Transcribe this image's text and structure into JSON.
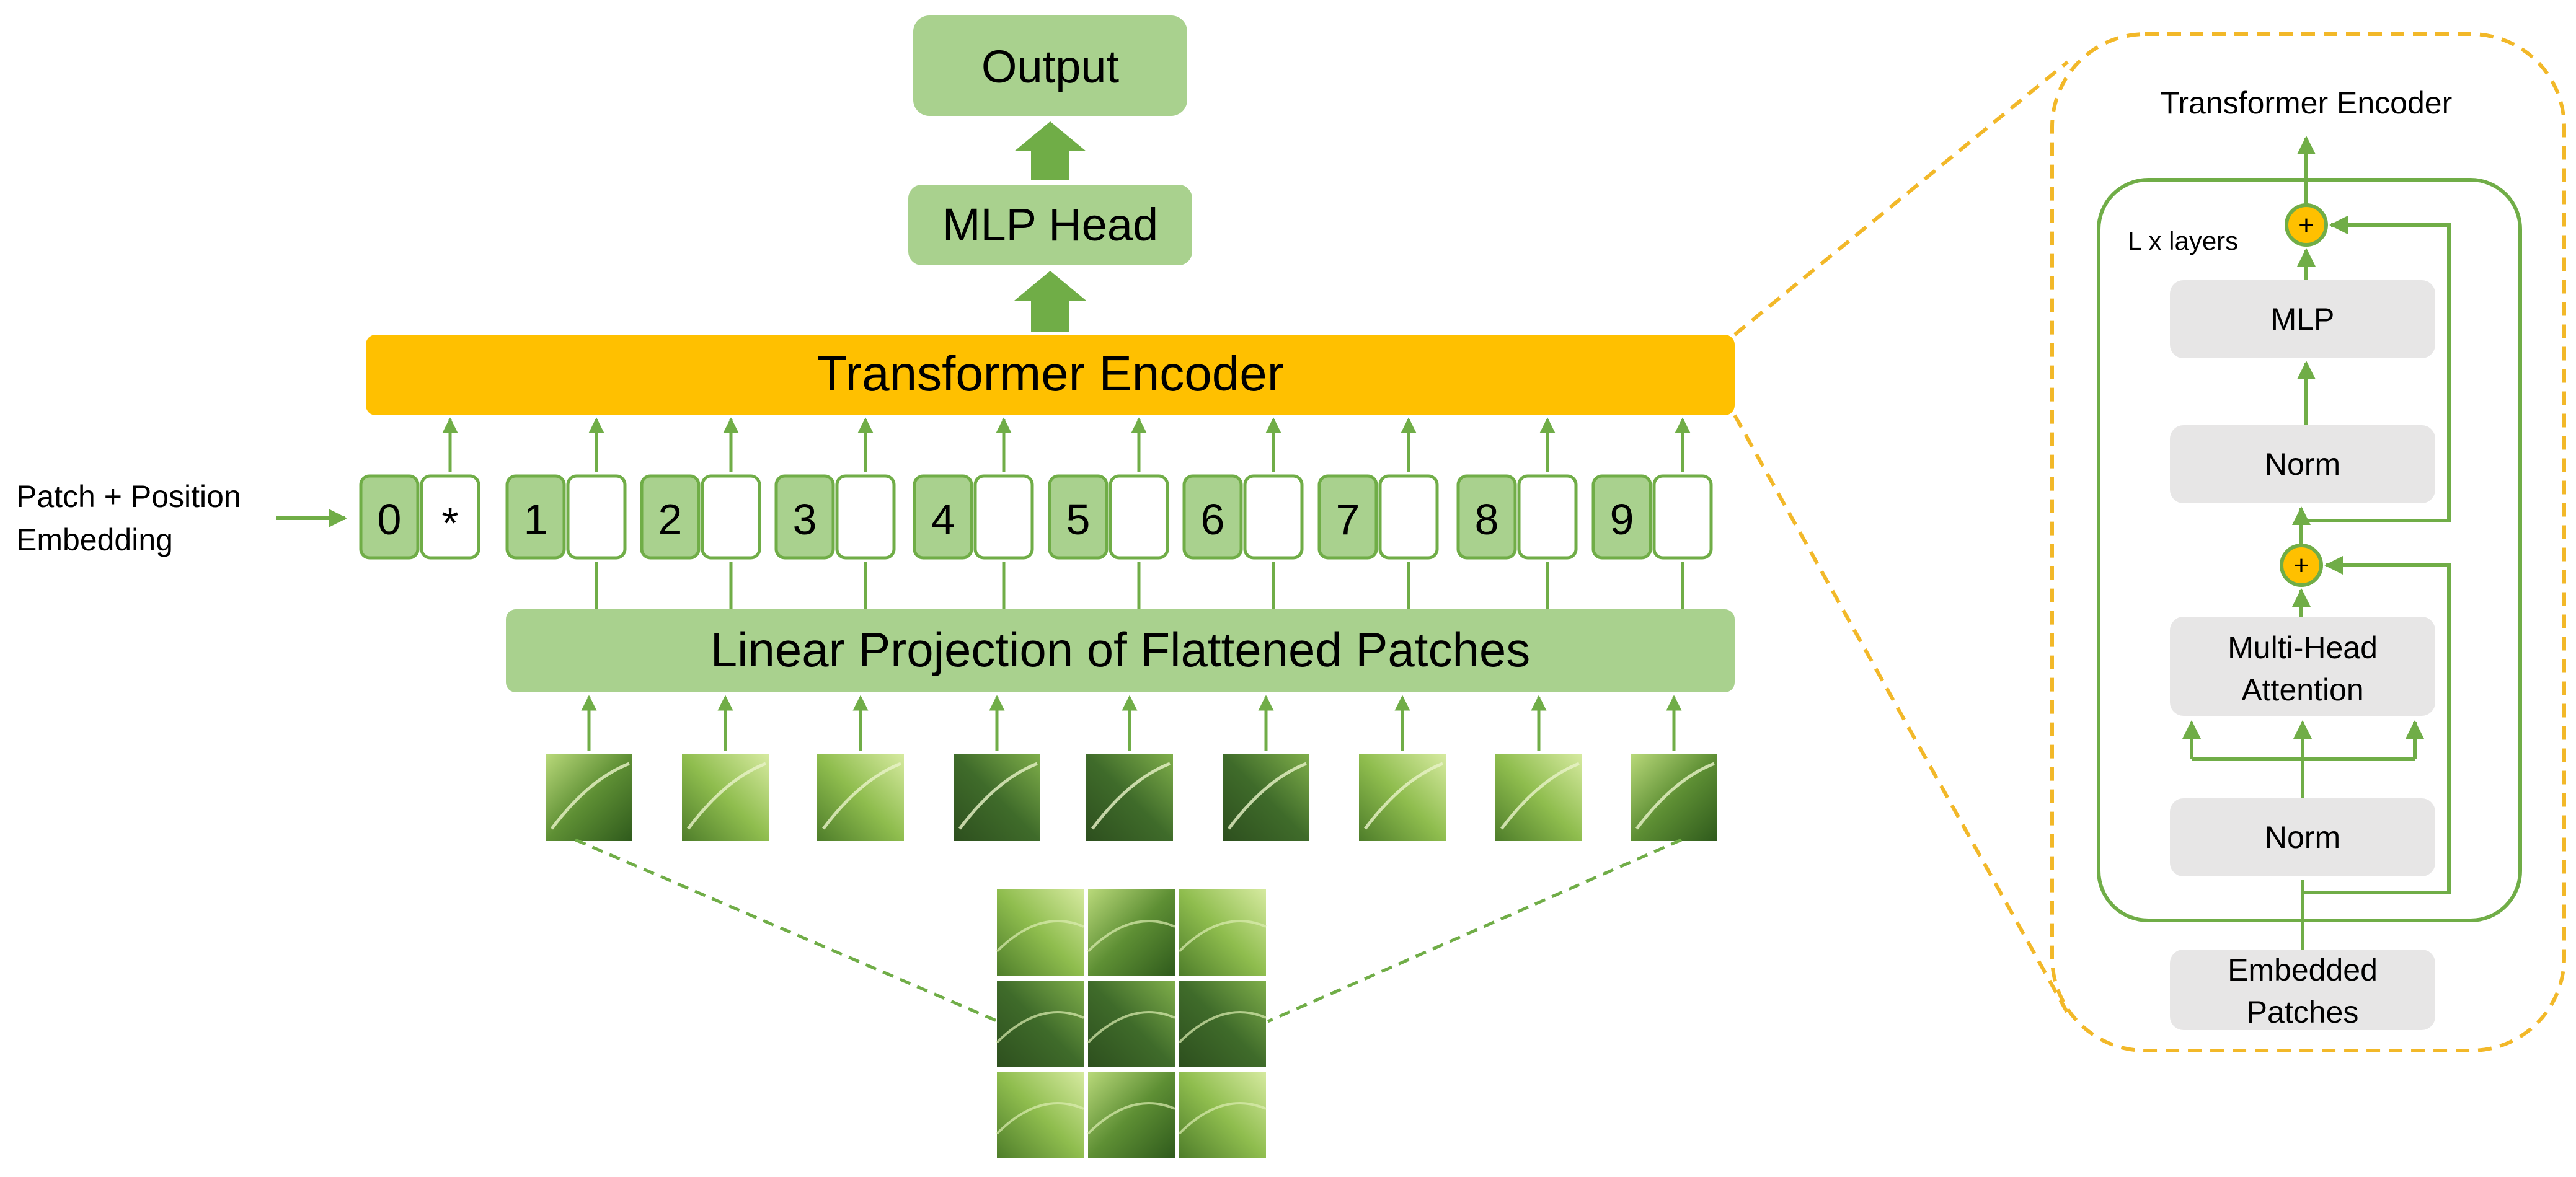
{
  "colors": {
    "green_fill": "#a9d18e",
    "green_line": "#70ad47",
    "orange": "#ffc000",
    "orange_dash": "#f2b829",
    "gray_box": "#e7e6e6",
    "text": "#000000"
  },
  "main": {
    "output_label": "Output",
    "mlp_head_label": "MLP Head",
    "encoder_label": "Transformer Encoder",
    "embedding_label_line1": "Patch + Position",
    "embedding_label_line2": "Embedding",
    "projection_label": "Linear Projection of Flattened Patches",
    "tokens": [
      {
        "index": "0",
        "content": "*"
      },
      {
        "index": "1",
        "content": ""
      },
      {
        "index": "2",
        "content": ""
      },
      {
        "index": "3",
        "content": ""
      },
      {
        "index": "4",
        "content": ""
      },
      {
        "index": "5",
        "content": ""
      },
      {
        "index": "6",
        "content": ""
      },
      {
        "index": "7",
        "content": ""
      },
      {
        "index": "8",
        "content": ""
      },
      {
        "index": "9",
        "content": ""
      }
    ]
  },
  "detail": {
    "title": "Transformer Encoder",
    "layers_label": "L x layers",
    "mlp_label": "MLP",
    "norm_top_label": "Norm",
    "attention_line1": "Multi-Head",
    "attention_line2": "Attention",
    "norm_bottom_label": "Norm",
    "embedded_line1": "Embedded",
    "embedded_line2": "Patches",
    "add_symbol": "+"
  }
}
